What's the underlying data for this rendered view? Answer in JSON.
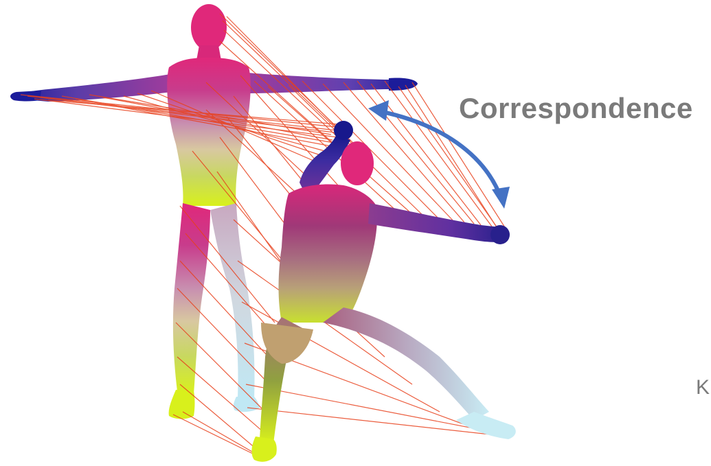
{
  "annotation": {
    "correspondence_label": "Correspondence",
    "partial_label": "K"
  },
  "colors": {
    "label_gray": "#7a7a7a",
    "arrow_blue": "#4472c4",
    "correspondence_line_red": "#e8401c",
    "body_magenta": "#e0287a",
    "body_purple": "#5a2c9a",
    "body_blue": "#1c1c9a",
    "body_yellow": "#d8e81c",
    "body_light_blue": "#c8e8f0",
    "body_mauve": "#b07090"
  },
  "icons": {
    "arrow": "double-headed-curved-arrow"
  }
}
